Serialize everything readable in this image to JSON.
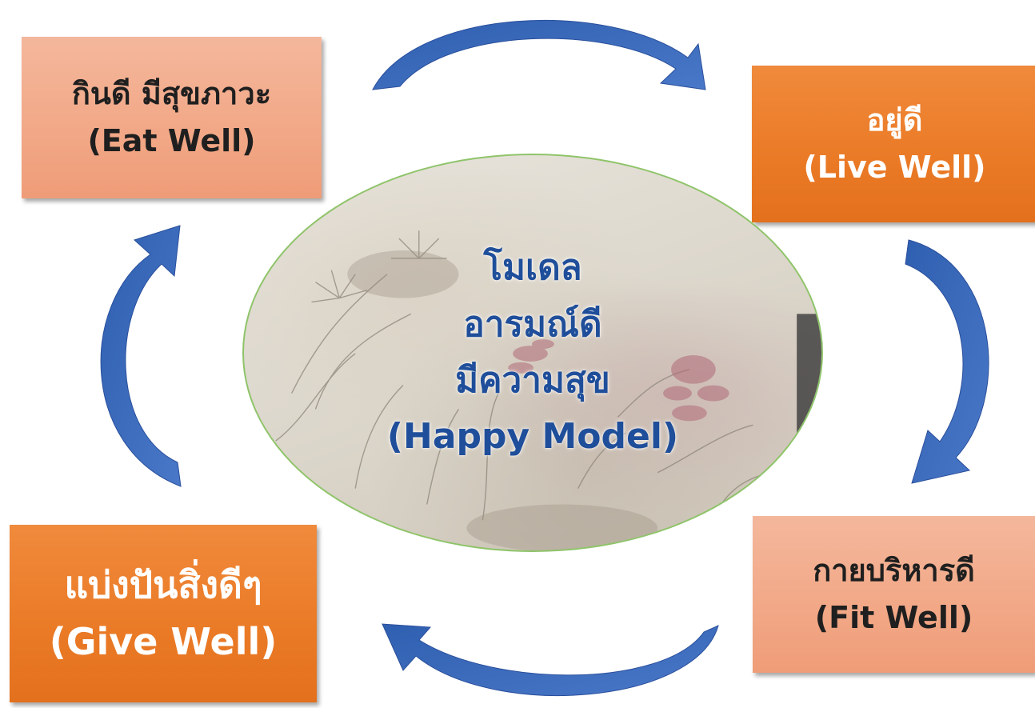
{
  "colors": {
    "arrow": "#3a66b8",
    "box_light": "#f2a988",
    "box_dark": "#ea7a26",
    "center_text": "#1f4e9a",
    "ellipse_border": "#8fc46a"
  },
  "center": {
    "line1": "โมเดล",
    "line2": "อารมณ์ดี",
    "line3": "มีความสุข",
    "line4": "(Happy Model)"
  },
  "boxes": {
    "eat": {
      "th": "กินดี มีสุขภาวะ",
      "en": "(Eat Well)"
    },
    "live": {
      "th": "อยู่ดี",
      "en": "(Live Well)"
    },
    "fit": {
      "th": "กายบริหารดี",
      "en": "(Fit Well)"
    },
    "give": {
      "th": "แบ่งปันสิ่งดีๆ",
      "en": "(Give Well)"
    }
  },
  "arrow_icons": [
    "curved-arrow-icon",
    "curved-arrow-icon",
    "curved-arrow-icon",
    "curved-arrow-icon"
  ]
}
